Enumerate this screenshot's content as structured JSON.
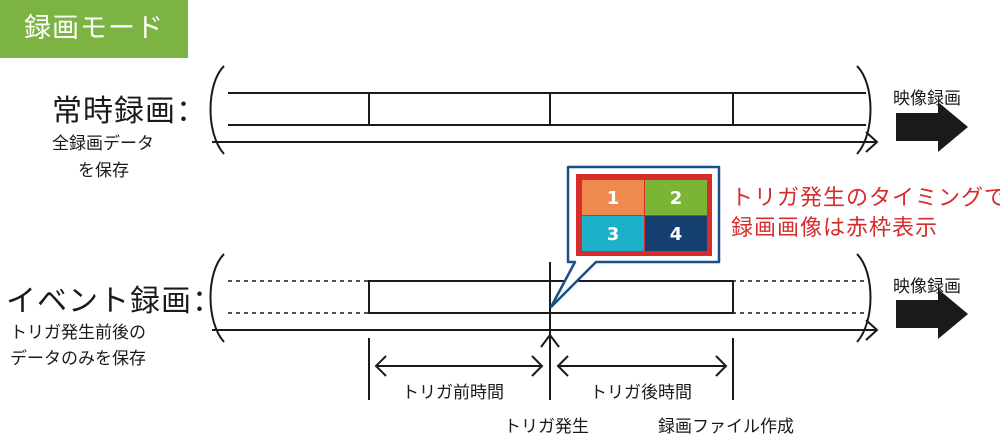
{
  "header": {
    "mode_title": "録画モード"
  },
  "continuous": {
    "title": "常時録画：",
    "desc_line1": "全録画データ",
    "desc_line2": "を保存",
    "arrow_label": "映像録画"
  },
  "event": {
    "title": "イベント録画：",
    "desc_line1": "トリガ発生前後の",
    "desc_line2": "データのみを保存",
    "arrow_label": "映像録画"
  },
  "timeline": {
    "pre_trigger_label": "トリガ前時間",
    "post_trigger_label": "トリガ後時間",
    "trigger_label": "トリガ発生",
    "file_created_label": "録画ファイル作成"
  },
  "callout": {
    "cells": [
      "1",
      "2",
      "3",
      "4"
    ],
    "cell_colors": [
      "#ef8a4e",
      "#7bb536",
      "#1ab1c9",
      "#143f6e"
    ],
    "frame_color": "#d62c2c",
    "border_color": "#1b4f8a",
    "note_line1": "トリガ発生のタイミングで",
    "note_line2": "録画画像は赤枠表示"
  }
}
